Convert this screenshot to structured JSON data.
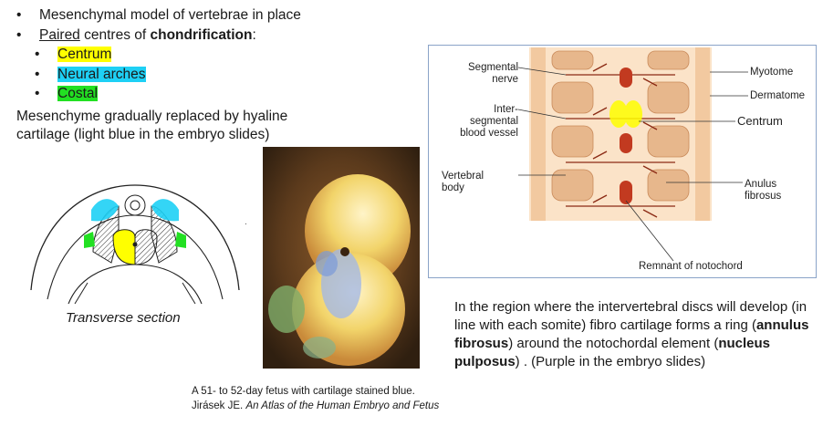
{
  "bullets": {
    "item1": "Mesenchymal model of vertebrae in place",
    "item2_underlined": "Paired",
    "item2_mid": " centres of ",
    "item2_bold": "chondrification",
    "item2_end": ":",
    "sub1": "Centrum",
    "sub2": "Neural arches",
    "sub3": "Costal",
    "bullet_char": "•"
  },
  "colors": {
    "centrum": "#ffff00",
    "neural_arches": "#1ed0f5",
    "costal": "#22e022",
    "diagram_border": "#8aa3c8"
  },
  "paragraph1": "Mesenchyme gradually replaced by hyaline cartilage (light blue in the embryo slides)",
  "transverse_caption": "Transverse section",
  "fetus_caption": {
    "line1": "A 51- to 52-day fetus with cartilage stained blue.",
    "author": "Jirásek JE. ",
    "book": "An Atlas of the Human Embryo and Fetus"
  },
  "stray_mark": ".",
  "diagram_labels": {
    "segmental_nerve_1": "Segmental",
    "segmental_nerve_2": "nerve",
    "inter_1": "Inter-",
    "inter_2": "segmental",
    "inter_3": "blood vessel",
    "vertebral_body_1": "Vertebral",
    "vertebral_body_2": "body",
    "myotome": "Myotome",
    "dermatome": "Dermatome",
    "centrum": "Centrum",
    "anulus_1": "Anulus",
    "anulus_2": "fibrosus",
    "notochord": "Remnant of notochord"
  },
  "paragraph2": {
    "p1": "In the region where the intervertebral discs will develop (in line with each somite) fibro cartilage forms a ring (",
    "b1": "annulus fibrosus",
    "p2": ") around the notochordal element (",
    "b2": "nucleus pulposus",
    "p3": ") . (Purple in the embryo slides)"
  }
}
